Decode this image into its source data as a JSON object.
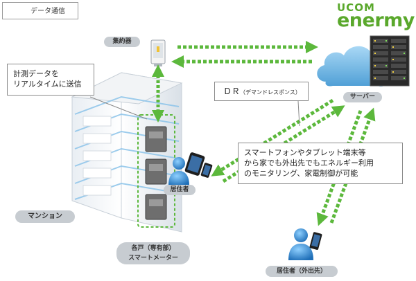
{
  "legend": {
    "label": "データ通信"
  },
  "logo": {
    "line1": "UCOM",
    "line2": "enermy",
    "color": "#5aa82c"
  },
  "nodes": {
    "concentrator": "集約器",
    "server": "サーバー",
    "mansion": "マンション",
    "resident": "居住者",
    "resident_outside": "居住者（外出先）",
    "meter_line1": "各戸（専有部）",
    "meter_line2": "スマートメーター"
  },
  "callouts": {
    "realtime_line1": "計測データを",
    "realtime_line2": "リアルタイムに送信",
    "dr_main": "ＤＲ",
    "dr_sub": "（デマンドレスポンス）",
    "remote_line1": "スマートフォンやタブレット端末等",
    "remote_line2": "から家でも外出先でもエネルギー利用",
    "remote_line3": "のモニタリング、家電制御が可能"
  },
  "colors": {
    "arrow": "#5cb83c",
    "pill": "#c7ccd1",
    "cloud": "#6fb6e2",
    "person": "#2b7fc4"
  }
}
